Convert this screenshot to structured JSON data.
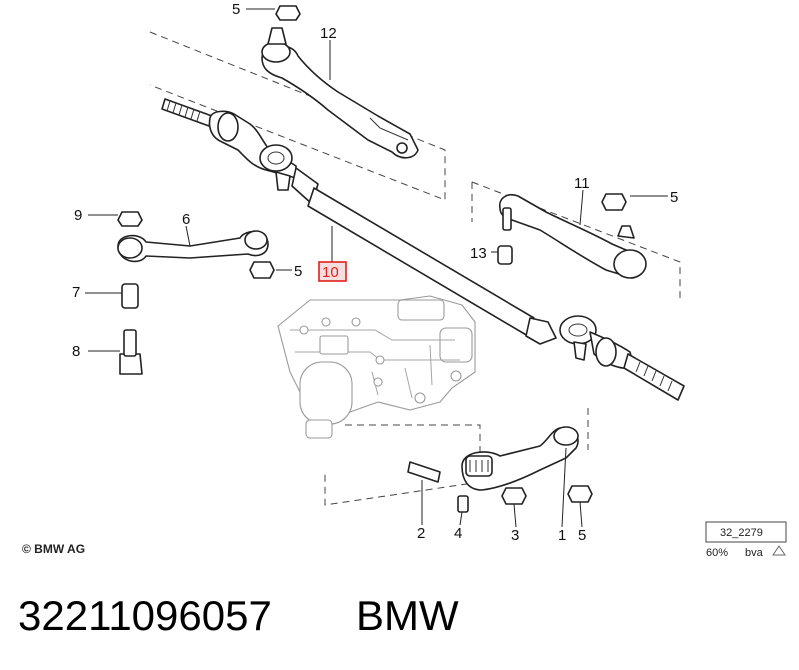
{
  "diagram": {
    "callouts": [
      {
        "id": "c5a",
        "text": "5"
      },
      {
        "id": "c12",
        "text": "12"
      },
      {
        "id": "c11",
        "text": "11"
      },
      {
        "id": "c5b",
        "text": "5"
      },
      {
        "id": "c9",
        "text": "9"
      },
      {
        "id": "c6",
        "text": "6"
      },
      {
        "id": "c13",
        "text": "13"
      },
      {
        "id": "c10",
        "text": "10"
      },
      {
        "id": "c5c",
        "text": "5"
      },
      {
        "id": "c7",
        "text": "7"
      },
      {
        "id": "c8",
        "text": "8"
      },
      {
        "id": "c2",
        "text": "2"
      },
      {
        "id": "c4",
        "text": "4"
      },
      {
        "id": "c3",
        "text": "3"
      },
      {
        "id": "c1",
        "text": "1"
      },
      {
        "id": "c5d",
        "text": "5"
      }
    ],
    "highlighted_callout": "10",
    "highlight_color": "#e0201b",
    "copyright": "© BMW AG",
    "diagram_code": "32_2279",
    "scale": "60%",
    "author": "bva"
  },
  "caption": {
    "part_number": "32211096057",
    "brand": "BMW"
  }
}
